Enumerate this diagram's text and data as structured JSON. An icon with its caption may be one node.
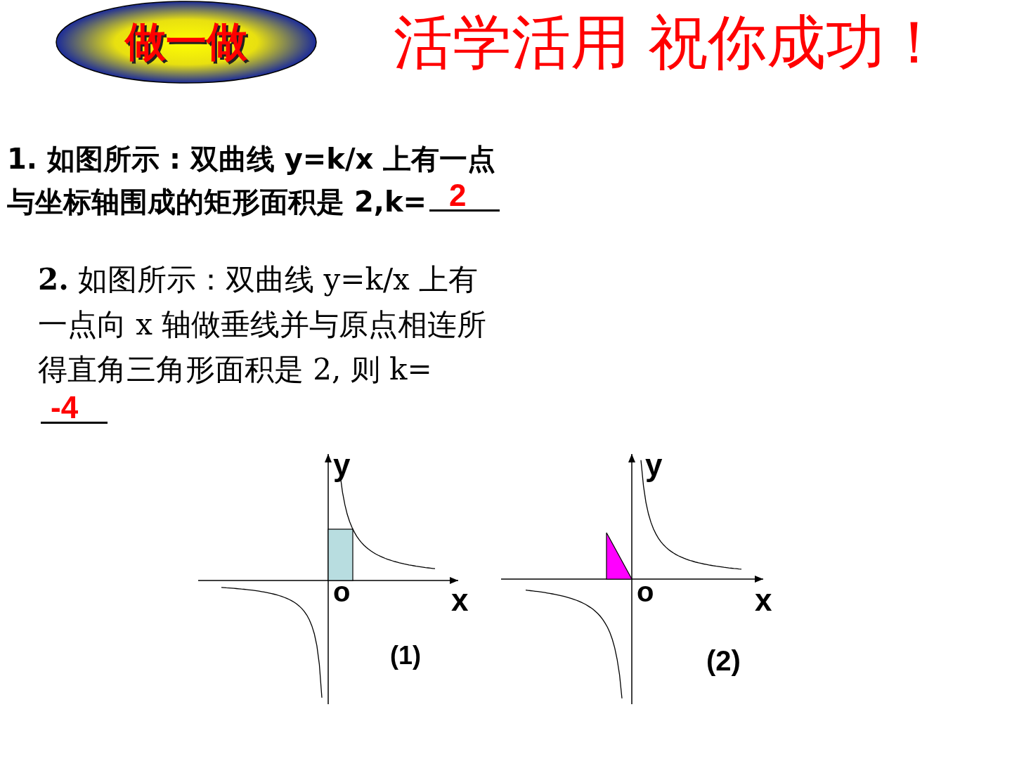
{
  "diagram": {
    "title": "活学活用 祝你成功！",
    "nodes": [
      {
        "text": [
          "做一做"
        ]
      }
    ],
    "labels": [
      "1. 如图所示 : 双曲线 y=k/x 上有一点与坐标轴围成的矩形面积是 2,k=",
      "2",
      "**2.** 如图所示：双曲线 y=k/x 上有一点向 x 轴做垂线并与原点相连所得直角三角形面积是 2, 则 k=",
      "-4",
      "y",
      "o",
      "x",
      "(1)",
      "y",
      "o",
      "x",
      "(2)"
    ]
  }
}
